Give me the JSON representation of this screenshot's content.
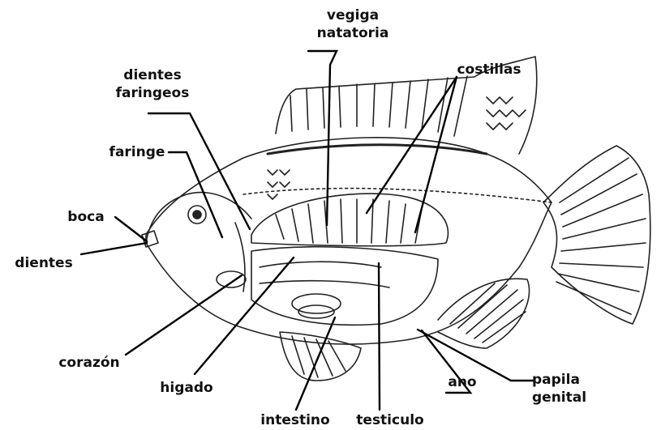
{
  "labels": {
    "vejiga_line1": "vegiga",
    "vejiga_line2": "natatoria",
    "dientes_far_line1": "dientes",
    "dientes_far_line2": "faringeos",
    "costillas": "costillas",
    "faringe": "faringe",
    "boca": "boca",
    "dientes": "dientes",
    "corazon": "corazón",
    "higado": "higado",
    "intestino": "intestino",
    "testiculo": "testiculo",
    "ano": "ano",
    "papila_line1": "papila",
    "papila_line2": "genital"
  },
  "colors": {
    "ink": "#111111",
    "background": "#ffffff"
  }
}
